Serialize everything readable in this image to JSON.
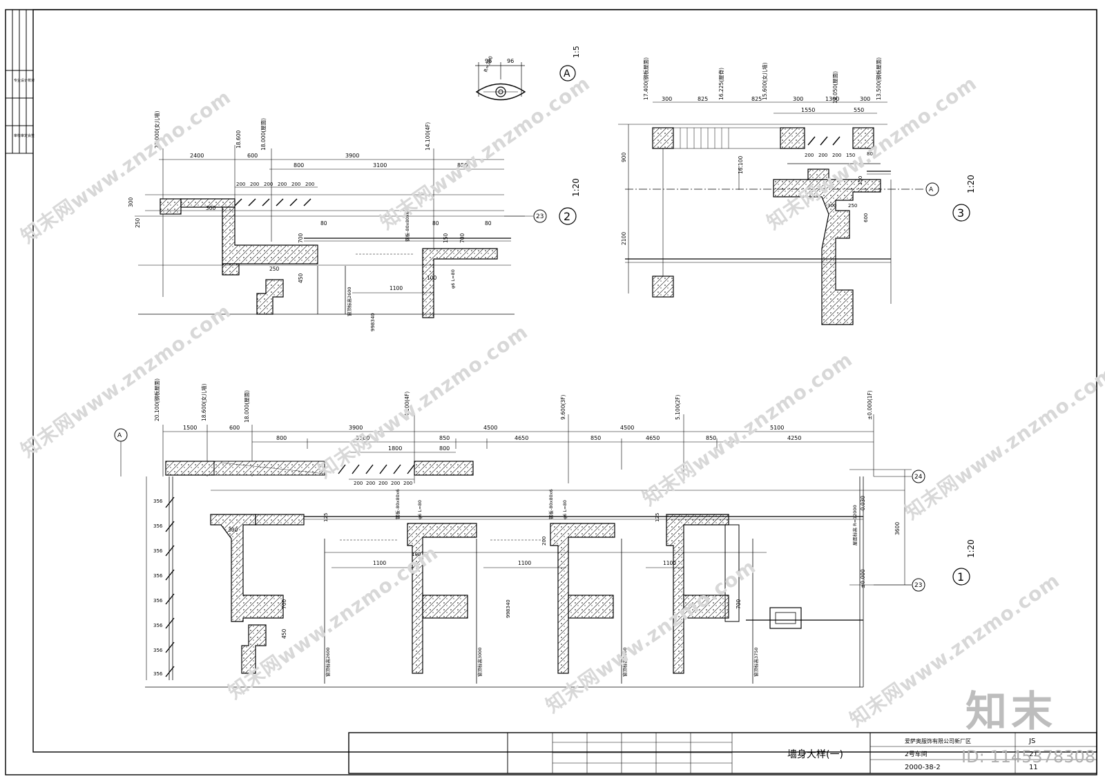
{
  "watermark": {
    "site": "知末网www.znzmo.com",
    "brand": "知末",
    "id_text": "ID: 1145378308"
  },
  "title_block": {
    "drawing_title": "墙身大样(一)",
    "project_line1": "爱萨奥服饰有限公司新厂区",
    "project_line2": "2号车间",
    "drawing_no": "2000-38-2",
    "discipline": "JS",
    "sheet": "21",
    "sheet_total": "11"
  },
  "detail_a": {
    "tag": "A",
    "scale": "1:5",
    "dims": [
      "96",
      "96"
    ],
    "radius": "R=300"
  },
  "detail_2": {
    "tag": "2",
    "scale": "1:20",
    "axis": "23",
    "elevations": [
      "21.000(女儿墙)",
      "18.600",
      "18.000(屋面)",
      "14.100(4F)"
    ],
    "top_dims": [
      "2400",
      "600",
      "3900",
      "800",
      "3100",
      "850"
    ],
    "small_dims": [
      "200",
      "200",
      "200",
      "200",
      "200",
      "200"
    ],
    "side_dims": [
      "300",
      "250",
      "300",
      "700",
      "150",
      "700",
      "250",
      "450",
      "100",
      "1100",
      "80",
      "80",
      "80"
    ],
    "notes": [
      "钢板-80x80x6",
      "φ6 L=80",
      "窗顶标高2600",
      "998340"
    ]
  },
  "detail_3": {
    "tag": "3",
    "scale": "1:20",
    "axis": "A",
    "elevations": [
      "17.400(钢板屋面)",
      "16.225(屋脊)",
      "15.600(女儿墙)",
      "14.050(屋面)",
      "13.500(钢板屋面)",
      "16.100"
    ],
    "top_dims": [
      "300",
      "825",
      "825",
      "300",
      "1300",
      "300",
      "1550",
      "550"
    ],
    "small_dims": [
      "200",
      "200",
      "200",
      "150",
      "80",
      "150",
      "300",
      "250",
      "600"
    ],
    "side_dims": [
      "900",
      "2100"
    ]
  },
  "detail_1": {
    "tag": "1",
    "scale": "1:20",
    "axis_top": "24",
    "axis_bottom": "23",
    "axis_left": "A",
    "elevations": [
      "20.100(钢板屋面)",
      "18.600(女儿墙)",
      "18.000(屋面)",
      "14.100(4F)",
      "9.600(3F)",
      "5.100(2F)",
      "±0.000(1F)",
      "-0.030",
      "±0.000"
    ],
    "top_dims": [
      "1500",
      "600",
      "3900",
      "800",
      "3100",
      "1800",
      "800",
      "850",
      "4500",
      "4650",
      "850",
      "4500",
      "4650",
      "850",
      "5100",
      "4250"
    ],
    "small_dims": [
      "200",
      "200",
      "200",
      "200",
      "200"
    ],
    "left_dims": [
      "356",
      "356",
      "356",
      "356",
      "356",
      "356",
      "356",
      "356"
    ],
    "right_dims": [
      "3600",
      "700",
      "450",
      "700"
    ],
    "mid_dims": [
      "1100",
      "1100",
      "1100",
      "300",
      "125",
      "100",
      "200",
      "125"
    ],
    "notes": [
      "钢板-80x80x6",
      "φ6 L=80",
      "φ6 L=80",
      "窗顶标高2600",
      "窗顶标高3000",
      "窗顶标高3000",
      "窗顶标高3750",
      "998340",
      "钢板-80x80x6",
      "屋面标高 R=12000"
    ]
  },
  "left_strip": {
    "labels": [
      "专业",
      "设计",
      "校对",
      "审核",
      "审定",
      "会签"
    ]
  }
}
